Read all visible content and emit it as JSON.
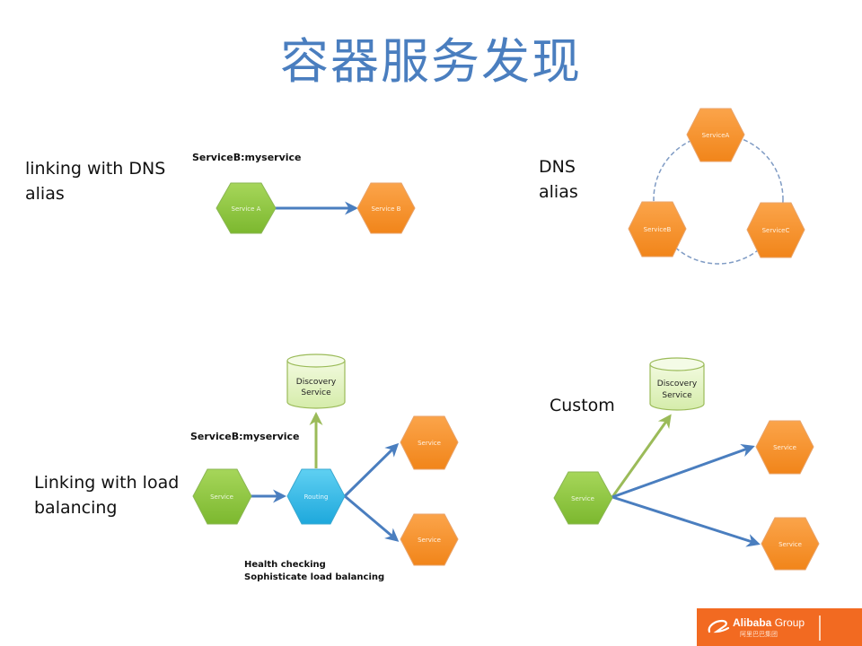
{
  "title": "容器服务发现",
  "sections": {
    "dns_link": {
      "heading_line1": "linking with DNS",
      "heading_line2": "alias",
      "annotation": "ServiceB:myservice",
      "nodes": [
        {
          "id": "a",
          "label": "Service A",
          "color": "#8cc63f"
        },
        {
          "id": "b",
          "label": "Service B",
          "color": "#f7941d"
        }
      ]
    },
    "dns_alias": {
      "heading_line1": "DNS",
      "heading_line2": "alias",
      "nodes": [
        {
          "id": "a",
          "label": "ServiceA",
          "color": "#f7941d"
        },
        {
          "id": "b",
          "label": "ServiceB",
          "color": "#f7941d"
        },
        {
          "id": "c",
          "label": "ServiceC",
          "color": "#f7941d"
        }
      ]
    },
    "load_balancing": {
      "heading_line1": "Linking with load",
      "heading_line2": "balancing",
      "annotation": "ServiceB:myservice",
      "discovery_line1": "Discovery",
      "discovery_line2": "Service",
      "note_line1": "Health checking",
      "note_line2": "Sophisticate load balancing",
      "nodes": [
        {
          "id": "client",
          "label": "Service",
          "color": "#8cc63f"
        },
        {
          "id": "routing",
          "label": "Routing",
          "color": "#29b6e8"
        },
        {
          "id": "s1",
          "label": "Service",
          "color": "#f7941d"
        },
        {
          "id": "s2",
          "label": "Service",
          "color": "#f7941d"
        }
      ]
    },
    "custom": {
      "heading": "Custom",
      "discovery_line1": "Discovery",
      "discovery_line2": "Service",
      "nodes": [
        {
          "id": "client",
          "label": "Service",
          "color": "#8cc63f"
        },
        {
          "id": "s1",
          "label": "Service",
          "color": "#f7941d"
        },
        {
          "id": "s2",
          "label": "Service",
          "color": "#f7941d"
        }
      ]
    }
  },
  "footer": {
    "brand": "Alibaba",
    "brand_suffix": "Group",
    "brand_sub": "阿里巴巴集团"
  },
  "colors": {
    "title": "#4a7ebf",
    "arrow_blue": "#4a7ebf",
    "arrow_green": "#9bbb59",
    "footer": "#f26a21"
  }
}
